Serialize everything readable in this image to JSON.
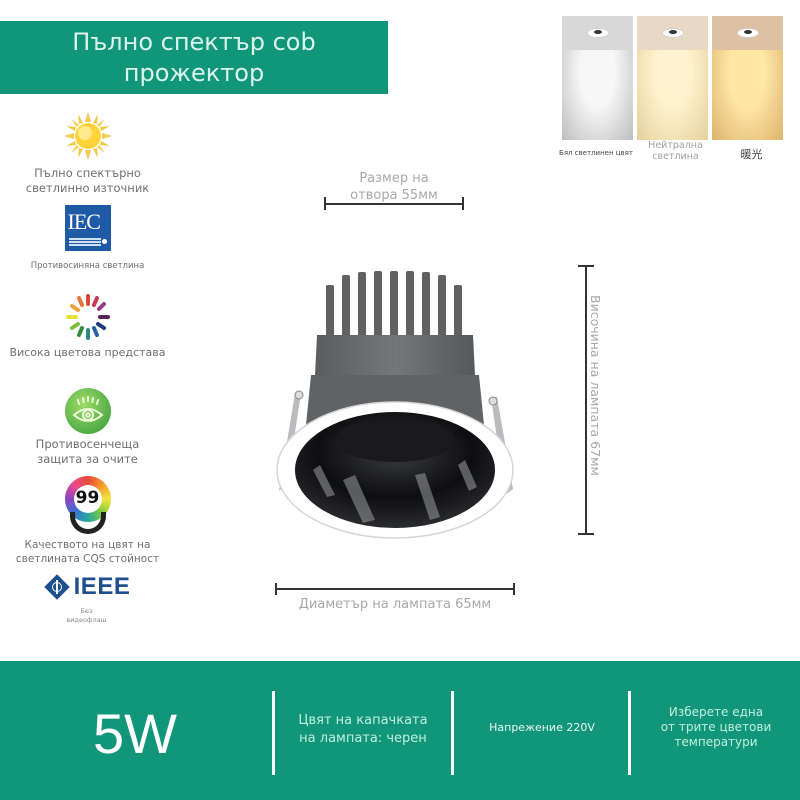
{
  "title": {
    "line1": "Пълно спектър cob",
    "line2": "прожектор"
  },
  "features": [
    {
      "icon": "sun-icon",
      "label_lines": [
        "Пълно спектърно",
        "светлинно източник"
      ]
    },
    {
      "icon": "iec-logo-icon",
      "logo_text": "IEC",
      "label_lines": [
        "Противосиняна светлина"
      ]
    },
    {
      "icon": "color-wheel-icon",
      "label_lines": [
        "Висока цветова представа"
      ]
    },
    {
      "icon": "eye-protection-icon",
      "label_lines": [
        "Противосенчеща",
        "защита за очите"
      ]
    },
    {
      "icon": "cqs-99-badge-icon",
      "badge_value": "99",
      "label_lines": [
        "Качеството на цвят на",
        "светлината CQS стойност"
      ]
    },
    {
      "icon": "ieee-logo-icon",
      "logo_text": "IEEE",
      "label_lines": [
        "Без",
        "видеофлаш"
      ]
    }
  ],
  "color_temperatures": [
    {
      "label": "Бял светлинен цвят",
      "ceiling": "#d8d8d8",
      "light": "#f7f7f7",
      "edge": "#bdbdbd"
    },
    {
      "label": "Нейтрална светлина",
      "ceiling": "#e7d9c4",
      "light": "#fff3cf",
      "edge": "#e5cf9a"
    },
    {
      "label": "暖光",
      "ceiling": "#dcc2a2",
      "light": "#ffe7a6",
      "edge": "#dcb36a"
    }
  ],
  "dimensions": {
    "opening": "Размер на отвора 55мм",
    "opening_lines": [
      "Размер на",
      "отвора 55мм"
    ],
    "height": "Височина на лампата 67мм",
    "diameter": "Диаметър на лампата 65мм"
  },
  "specs": {
    "power": "5W",
    "cap_color_lines": [
      "Цвят на капачката",
      "на лампата: черен"
    ],
    "voltage": "Напрежение 220V",
    "cct_lines": [
      "Изберете една",
      "от трите цветови",
      "температури"
    ]
  },
  "colors": {
    "brand_green": "#12967a",
    "banner_text": "#d9f5ec",
    "muted_text": "#a8a8a8"
  }
}
